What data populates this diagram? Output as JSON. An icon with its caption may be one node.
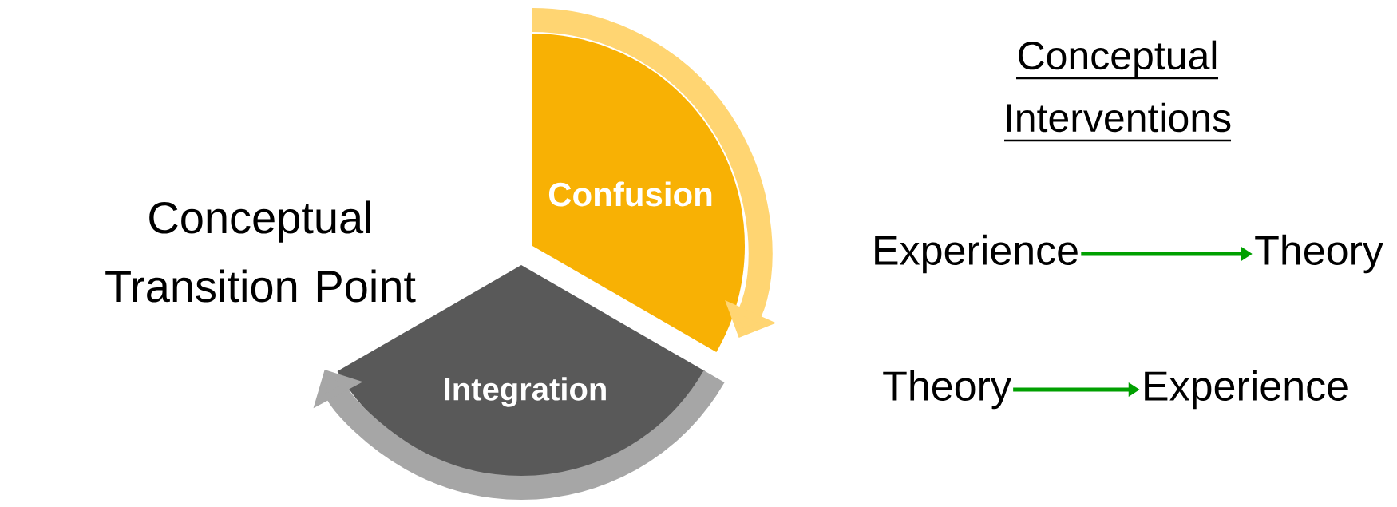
{
  "diagram": {
    "nodes": [
      {
        "text": [
          "Conceptual Transition Point"
        ]
      },
      {
        "text": [
          "Confusion"
        ]
      },
      {
        "text": [
          "Integration"
        ]
      },
      {
        "text": [
          "Experience"
        ]
      },
      {
        "text": [
          "Theory"
        ]
      },
      {
        "text": [
          "Theory"
        ]
      },
      {
        "text": [
          "Experience"
        ]
      }
    ],
    "edges": [
      {
        "from": 3,
        "to": 4,
        "arrow": "to"
      },
      {
        "from": 5,
        "to": 6,
        "arrow": "to"
      }
    ],
    "labels": [
      "Conceptual Interventions"
    ]
  }
}
